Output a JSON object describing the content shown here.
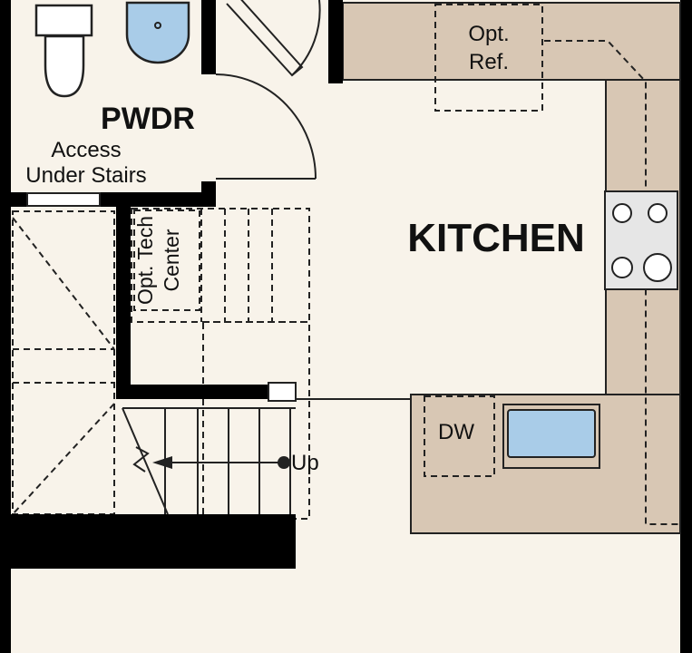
{
  "rooms": {
    "powder": "PWDR",
    "kitchen": "KITCHEN"
  },
  "labels": {
    "access_line1": "Access",
    "access_line2": "Under Stairs",
    "tech_line1": "Opt. Tech",
    "tech_line2": "Center",
    "fridge_line1": "Opt.",
    "fridge_line2": "Ref.",
    "dishwasher": "DW",
    "stairs_up": "Up"
  },
  "colors": {
    "floor": "#f8f3ea",
    "cabinet": "#d8c7b4",
    "wall": "#000000",
    "fixture": "#a9cce8",
    "appliance": "#e6e6e6"
  }
}
